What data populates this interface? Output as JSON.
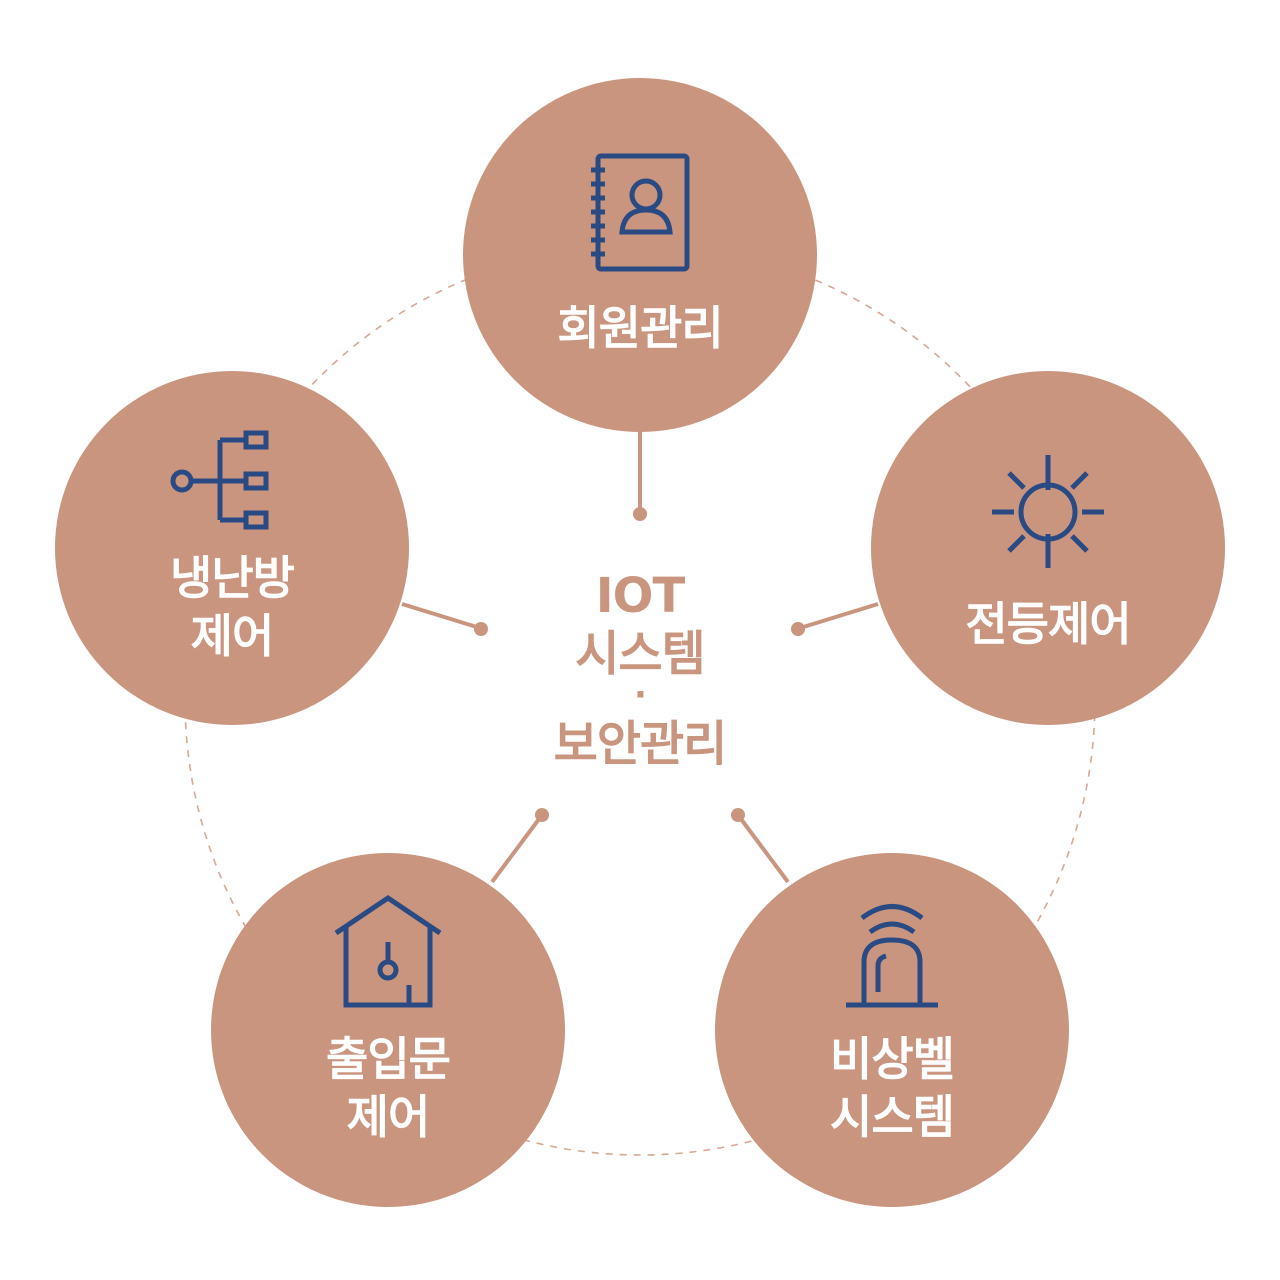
{
  "center": {
    "line1": "IOT",
    "line2": "시스템",
    "separator": "·",
    "line3": "보안관리"
  },
  "nodes": [
    {
      "id": "member",
      "lines": [
        "회원관리"
      ],
      "icon": "address-book-icon"
    },
    {
      "id": "lighting",
      "lines": [
        "전등제어"
      ],
      "icon": "sun-icon"
    },
    {
      "id": "emergency",
      "lines": [
        "비상벨",
        "시스템"
      ],
      "icon": "siren-icon"
    },
    {
      "id": "door",
      "lines": [
        "출입문",
        "제어"
      ],
      "icon": "house-key-icon"
    },
    {
      "id": "hvac",
      "lines": [
        "냉난방",
        "제어"
      ],
      "icon": "hierarchy-icon"
    }
  ],
  "colors": {
    "circle": "#c9957f",
    "icon": "#2a4a84",
    "label": "#ffffff",
    "center_text": "#c9957f",
    "dashed_ring": "#d7a894"
  }
}
